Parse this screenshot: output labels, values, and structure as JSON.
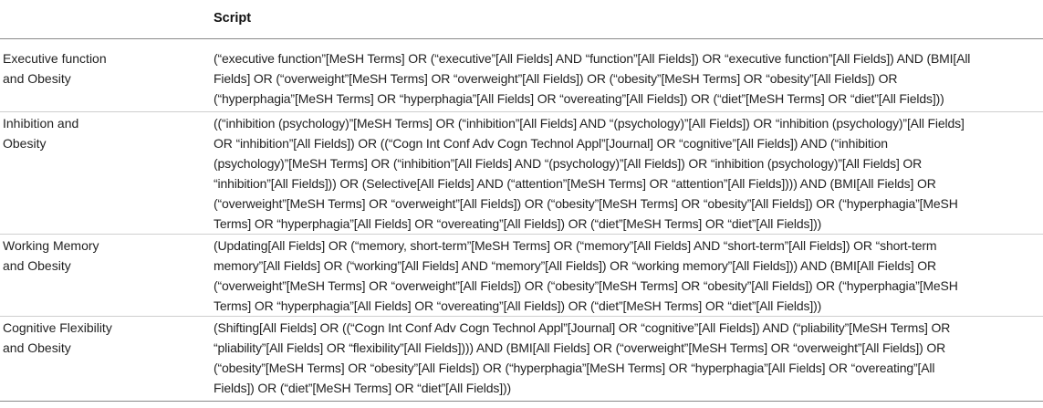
{
  "table": {
    "header": {
      "col1": "",
      "col2": "Script"
    },
    "rows": [
      {
        "label": [
          "Executive function",
          "and Obesity"
        ],
        "script": [
          "(“executive function”[MeSH Terms] OR (“executive”[All Fields] AND “function”[All Fields]) OR “executive function”[All Fields]) AND (BMI[All",
          "Fields] OR (“overweight”[MeSH Terms] OR “overweight”[All Fields]) OR (“obesity”[MeSH Terms] OR “obesity”[All Fields]) OR",
          "(“hyperphagia”[MeSH Terms] OR “hyperphagia”[All Fields] OR “overeating”[All Fields]) OR (“diet”[MeSH Terms] OR “diet”[All Fields]))"
        ]
      },
      {
        "label": [
          "Inhibition and",
          "Obesity"
        ],
        "script": [
          "((“inhibition (psychology)”[MeSH Terms] OR (“inhibition”[All Fields] AND “(psychology)”[All Fields]) OR “inhibition (psychology)”[All Fields]",
          "OR “inhibition”[All Fields]) OR ((“Cogn Int Conf Adv Cogn Technol Appl”[Journal] OR “cognitive”[All Fields]) AND (“inhibition",
          "(psychology)”[MeSH Terms] OR (“inhibition”[All Fields] AND “(psychology)”[All Fields]) OR “inhibition (psychology)”[All Fields] OR",
          "“inhibition”[All Fields])) OR (Selective[All Fields] AND (“attention”[MeSH Terms] OR “attention”[All Fields]))) AND (BMI[All Fields] OR",
          "(“overweight”[MeSH Terms] OR “overweight”[All Fields]) OR (“obesity”[MeSH Terms] OR “obesity”[All Fields]) OR (“hyperphagia”[MeSH",
          "Terms] OR “hyperphagia”[All Fields] OR “overeating”[All Fields]) OR (“diet”[MeSH Terms] OR “diet”[All Fields]))"
        ]
      },
      {
        "label": [
          "Working Memory",
          "and Obesity"
        ],
        "script": [
          "(Updating[All Fields] OR (“memory, short-term”[MeSH Terms] OR (“memory”[All Fields] AND “short-term”[All Fields]) OR “short-term",
          "memory”[All Fields] OR (“working”[All Fields] AND “memory”[All Fields]) OR “working memory”[All Fields])) AND (BMI[All Fields] OR",
          "(“overweight”[MeSH Terms] OR “overweight”[All Fields]) OR (“obesity”[MeSH Terms] OR “obesity”[All Fields]) OR (“hyperphagia”[MeSH",
          "Terms] OR “hyperphagia”[All Fields] OR “overeating”[All Fields]) OR (“diet”[MeSH Terms] OR “diet”[All Fields]))"
        ]
      },
      {
        "label": [
          "Cognitive Flexibility",
          "and Obesity"
        ],
        "script": [
          "(Shifting[All Fields] OR ((“Cogn Int Conf Adv Cogn Technol Appl”[Journal] OR “cognitive”[All Fields]) AND (“pliability”[MeSH Terms] OR",
          "“pliability”[All Fields] OR “flexibility”[All Fields]))) AND (BMI[All Fields] OR (“overweight”[MeSH Terms] OR “overweight”[All Fields]) OR",
          "(“obesity”[MeSH Terms] OR “obesity”[All Fields]) OR (“hyperphagia”[MeSH Terms] OR “hyperphagia”[All Fields] OR “overeating”[All",
          "Fields]) OR (“diet”[MeSH Terms] OR “diet”[All Fields]))"
        ]
      }
    ]
  }
}
